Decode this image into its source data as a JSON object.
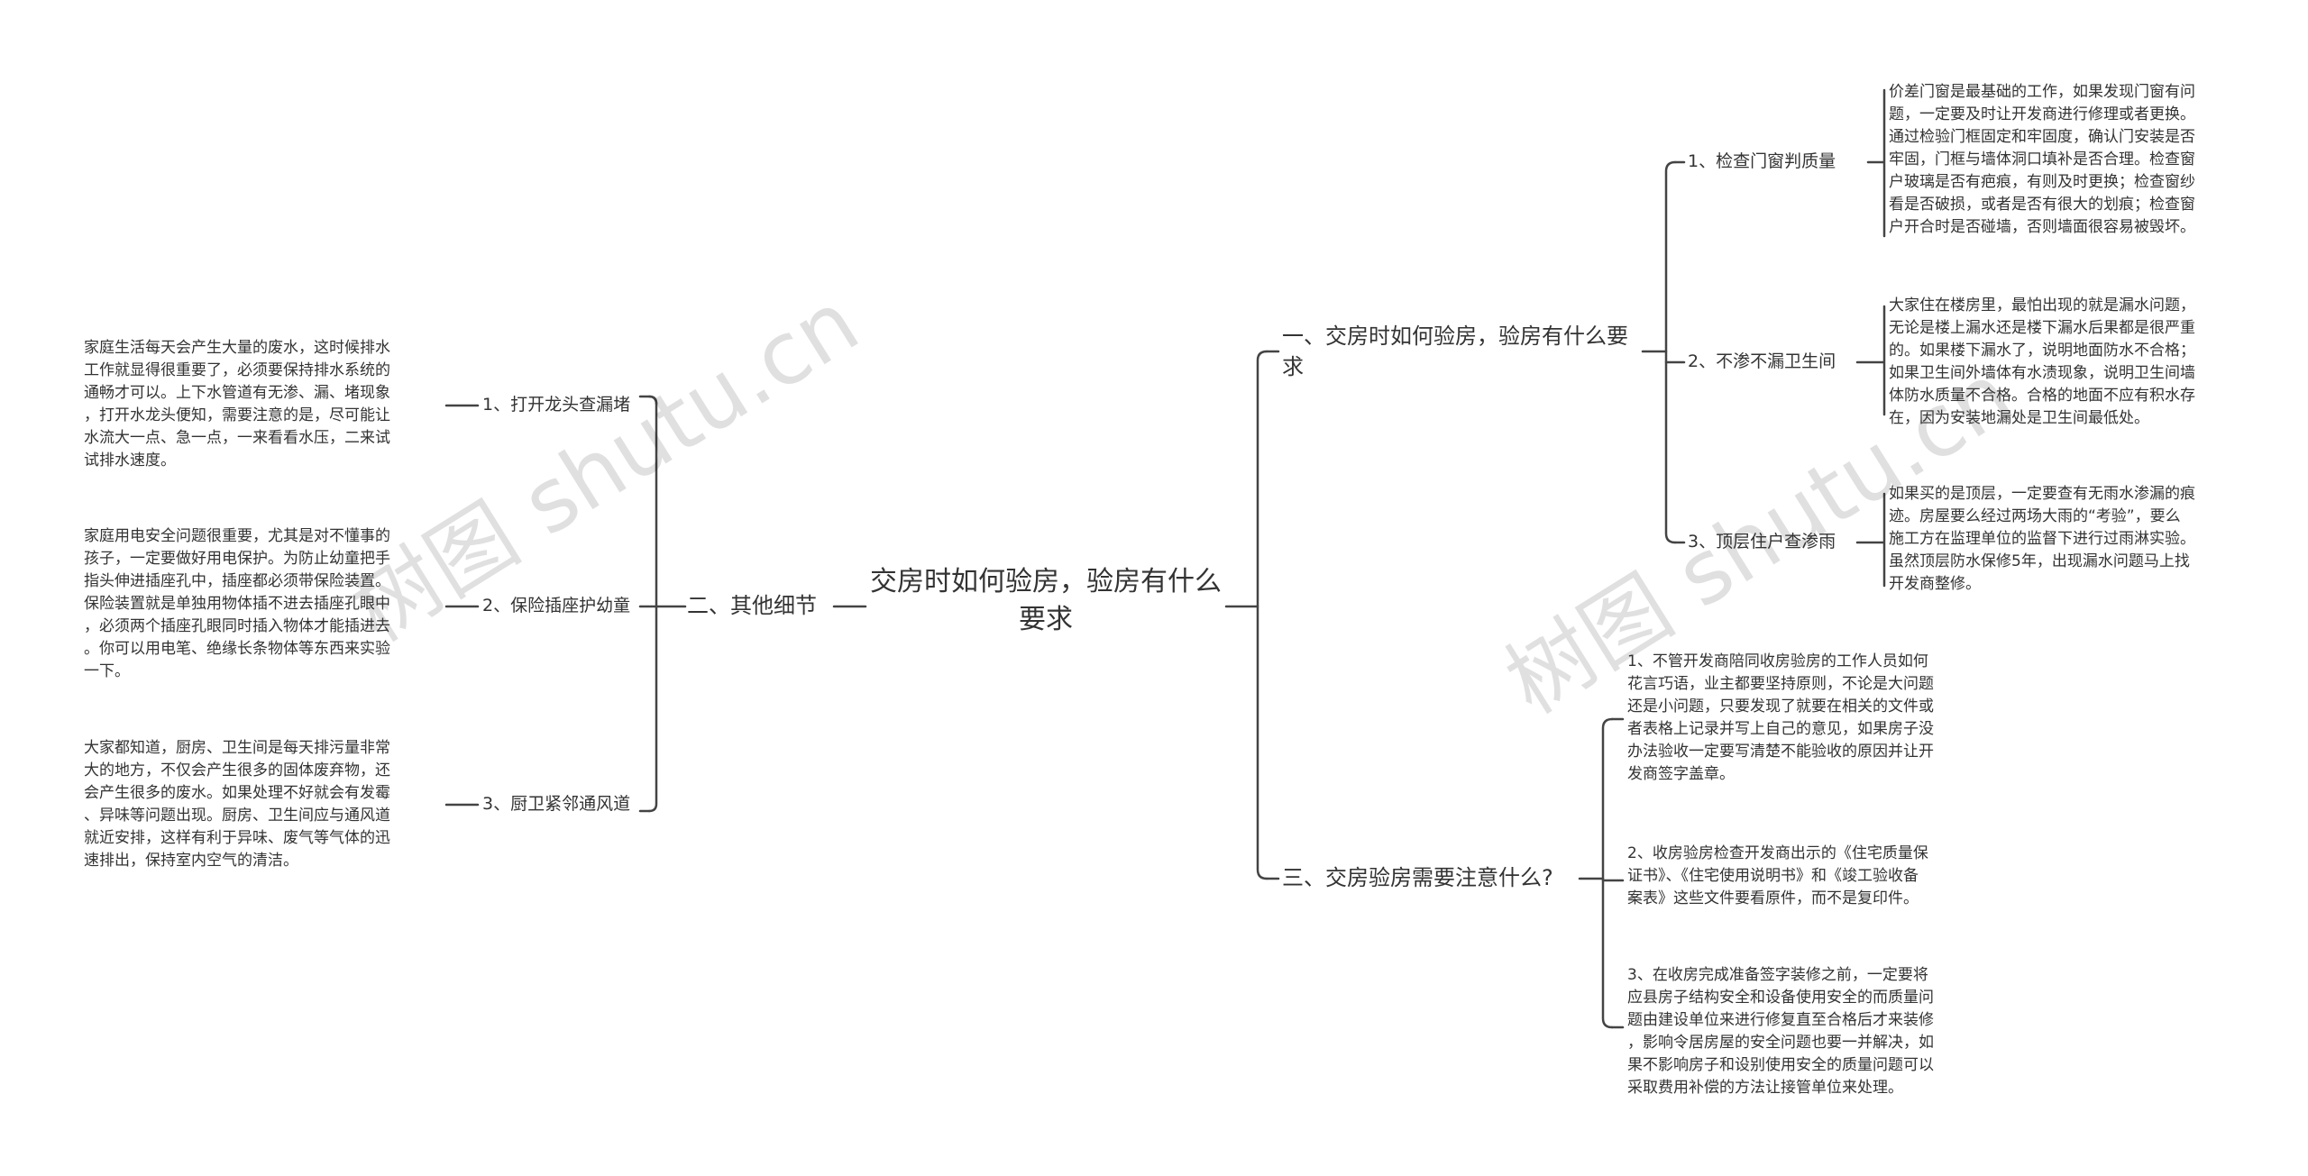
{
  "root": "交房时如何验房，验房有什么要求",
  "branches": {
    "b1": {
      "label": "一、交房时如何验房，验房有什么要求",
      "items": [
        {
          "label": "1、检查门窗判质量",
          "text": "价差门窗是最基础的工作，如果发现门窗有问\n题，一定要及时让开发商进行修理或者更换。\n通过检验门框固定和牢固度，确认门安装是否\n牢固，门框与墙体洞口填补是否合理。检查窗\n户玻璃是否有疤痕，有则及时更换；检查窗纱\n看是否破损，或者是否有很大的划痕；检查窗\n户开合时是否碰墙，否则墙面很容易被毁坏。"
        },
        {
          "label": "2、不渗不漏卫生间",
          "text": "大家住在楼房里，最怕出现的就是漏水问题，\n无论是楼上漏水还是楼下漏水后果都是很严重\n的。如果楼下漏水了，说明地面防水不合格；\n如果卫生间外墙体有水渍现象，说明卫生间墙\n体防水质量不合格。合格的地面不应有积水存\n在，因为安装地漏处是卫生间最低处。"
        },
        {
          "label": "3、顶层住户查渗雨",
          "text": "如果买的是顶层，一定要查有无雨水渗漏的痕\n迹。房屋要么经过两场大雨的“考验”，要么\n施工方在监理单位的监督下进行过雨淋实验。\n虽然顶层防水保修5年，出现漏水问题马上找\n开发商整修。"
        }
      ]
    },
    "b2": {
      "label": "二、其他细节",
      "items": [
        {
          "label": "1、打开龙头查漏堵",
          "text": "家庭生活每天会产生大量的废水，这时候排水\n工作就显得很重要了，必须要保持排水系统的\n通畅才可以。上下水管道有无渗、漏、堵现象\n，打开水龙头便知，需要注意的是，尽可能让\n水流大一点、急一点，一来看看水压，二来试\n试排水速度。"
        },
        {
          "label": "2、保险插座护幼童",
          "text": "家庭用电安全问题很重要，尤其是对不懂事的\n孩子，一定要做好用电保护。为防止幼童把手\n指头伸进插座孔中，插座都必须带保险装置。\n保险装置就是单独用物体插不进去插座孔眼中\n，必须两个插座孔眼同时插入物体才能插进去\n。你可以用电笔、绝缘长条物体等东西来实验\n一下。"
        },
        {
          "label": "3、厨卫紧邻通风道",
          "text": "大家都知道，厨房、卫生间是每天排污量非常\n大的地方，不仅会产生很多的固体废弃物，还\n会产生很多的废水。如果处理不好就会有发霉\n、异味等问题出现。厨房、卫生间应与通风道\n就近安排，这样有利于异味、废气等气体的迅\n速排出，保持室内空气的清洁。"
        }
      ]
    },
    "b3": {
      "label": "三、交房验房需要注意什么?",
      "items": [
        {
          "text": "1、不管开发商陪同收房验房的工作人员如何\n花言巧语，业主都要坚持原则，不论是大问题\n还是小问题，只要发现了就要在相关的文件或\n者表格上记录并写上自己的意见，如果房子没\n办法验收一定要写清楚不能验收的原因并让开\n发商签字盖章。"
        },
        {
          "text": "2、收房验房检查开发商出示的《住宅质量保\n证书》、《住宅使用说明书》和《竣工验收备\n案表》这些文件要看原件，而不是复印件。"
        },
        {
          "text": "3、在收房完成准备签字装修之前，一定要将\n应县房子结构安全和设备使用安全的而质量问\n题由建设单位来进行修复直至合格后才来装修\n，影响令居房屋的安全问题也要一并解决，如\n果不影响房子和设别使用安全的质量问题可以\n采取费用补偿的方法让接管单位来处理。"
        }
      ]
    }
  },
  "watermarks": [
    "树图 shutu.cn",
    "树图 shutu.cn"
  ],
  "colors": {
    "line": "#444444",
    "text": "#333333",
    "watermark": "#d0d0d0"
  }
}
